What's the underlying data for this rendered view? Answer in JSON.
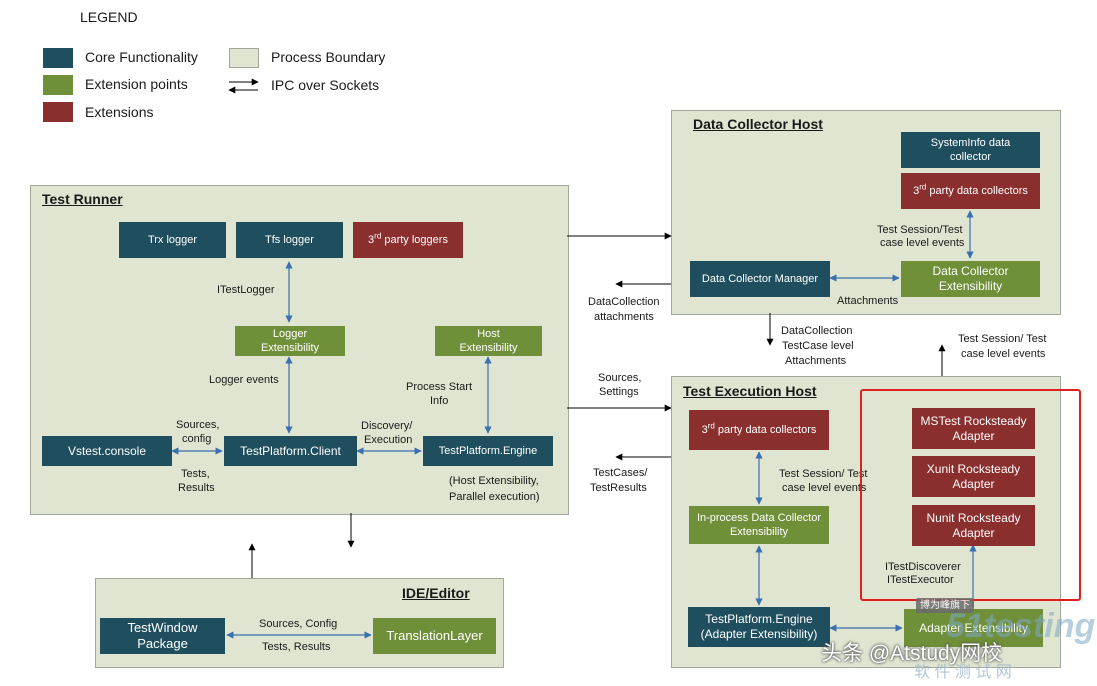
{
  "legend": {
    "title": "LEGEND",
    "core": "Core Functionality",
    "extension_points": "Extension points",
    "extensions": "Extensions",
    "process_boundary": "Process Boundary",
    "ipc": "IPC over Sockets"
  },
  "colors": {
    "core": "#1f4f5e",
    "extension_points": "#6f8f38",
    "extensions": "#8b2e2e",
    "boundary": "#dfe5d0",
    "highlight": "#e02020"
  },
  "test_runner": {
    "title": "Test Runner",
    "trx_logger": "Trx logger",
    "tfs_logger": "Tfs logger",
    "third_party_loggers_pre": "3",
    "third_party_loggers_sup": "rd",
    "third_party_loggers_post": " party loggers",
    "itestlogger": "ITestLogger",
    "logger_ext_1": "Logger",
    "logger_ext_2": "Extensibility",
    "host_ext_1": "Host",
    "host_ext_2": "Extensibility",
    "logger_events": "Logger events",
    "process_start_1": "Process Start",
    "process_start_2": "Info",
    "vstest_console": "Vstest.console",
    "client": "TestPlatform.Client",
    "engine": "TestPlatform.Engine",
    "sources_config_1": "Sources,",
    "sources_config_2": "config",
    "tests_results_1": "Tests,",
    "tests_results_2": "Results",
    "discovery_1": "Discovery/",
    "discovery_2": "Execution",
    "host_ext_note_1": "(Host Extensibility,",
    "host_ext_note_2": "Parallel execution)"
  },
  "data_collector_host": {
    "title": "Data Collector Host",
    "sysinfo_1": "SystemInfo data",
    "sysinfo_2": "collector",
    "third_party_pre": "3",
    "third_party_sup": "rd",
    "third_party_post": " party data collectors",
    "session_events_1": "Test Session/Test",
    "session_events_2": "case level events",
    "manager": "Data Collector Manager",
    "ext_1": "Data Collector",
    "ext_2": "Extensibility",
    "attachments": "Attachments"
  },
  "between": {
    "dc_attachments_1": "DataCollection",
    "dc_attachments_2": "attachments",
    "dc_testcase_1": "DataCollection",
    "dc_testcase_2": "TestCase level",
    "dc_testcase_3": "Attachments",
    "session_events_1": "Test Session/ Test",
    "session_events_2": "case level events",
    "sources_settings_1": "Sources,",
    "sources_settings_2": "Settings",
    "testcases_results_1": "TestCases/",
    "testcases_results_2": "TestResults"
  },
  "test_execution_host": {
    "title": "Test Execution Host",
    "third_party_pre": "3",
    "third_party_sup": "rd",
    "third_party_post": " party data collectors",
    "session_events_1": "Test Session/ Test",
    "session_events_2": "case level events",
    "inproc_1": "In-process Data Collector",
    "inproc_2": "Extensibility",
    "engine_1": "TestPlatform.Engine",
    "engine_2": "(Adapter Extensibility)",
    "mstest_1": "MSTest Rocksteady",
    "mstest_2": "Adapter",
    "xunit_1": "Xunit Rocksteady",
    "xunit_2": "Adapter",
    "nunit_1": "Nunit Rocksteady",
    "nunit_2": "Adapter",
    "idiscoverer": "ITestDiscoverer",
    "iexecutor": "ITestExecutor",
    "adapter_ext": "Adapter Extensibility"
  },
  "ide": {
    "title": "IDE/Editor",
    "testwindow_1": "TestWindow",
    "testwindow_2": "Package",
    "translation": "TranslationLayer",
    "sources_config": "Sources, Config",
    "tests_results": "Tests, Results"
  },
  "watermark": {
    "line1": "头条 @Atstudy网校",
    "tag": "博为峰旗下",
    "brand": "51testing",
    "sub": "软 件 测 试 网"
  }
}
